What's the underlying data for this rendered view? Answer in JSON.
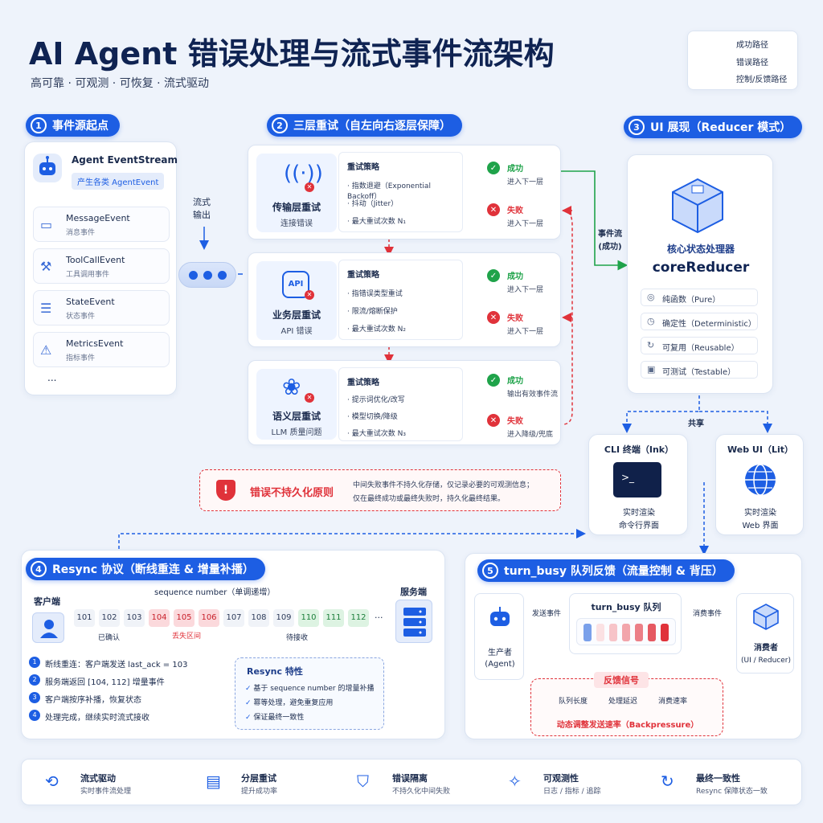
{
  "title": "AI Agent 错误处理与流式事件流架构",
  "subtitle": "高可靠 · 可观测 · 可恢复 · 流式驱动",
  "legend": [
    "成功路径",
    "错误路径",
    "控制/反馈路径"
  ],
  "colors": {
    "success": "#1fa34a",
    "error": "#e0323a",
    "control": "#1d5ee3"
  },
  "s1": {
    "num": "1",
    "title": "事件源起点",
    "source": "Agent EventStream",
    "source_desc": "产生各类 AgentEvent",
    "events": [
      {
        "name": "MessageEvent",
        "desc": "消息事件",
        "icon": "message-icon"
      },
      {
        "name": "ToolCallEvent",
        "desc": "工具调用事件",
        "icon": "tool-icon"
      },
      {
        "name": "StateEvent",
        "desc": "状态事件",
        "icon": "document-icon"
      },
      {
        "name": "MetricsEvent",
        "desc": "指标事件",
        "icon": "warning-icon"
      }
    ],
    "more": "...",
    "stream_label": "流式\n输出"
  },
  "s2": {
    "num": "2",
    "title": "三层重试（自左向右逐层保障）",
    "policy": "重试策略",
    "layers": [
      {
        "name": "传输层重试",
        "desc": "连接错误",
        "icon": "antenna-icon",
        "items": [
          "· 指数退避（Exponential Backoff）",
          "· 抖动（Jitter）",
          "· 最大重试次数 N₁"
        ],
        "ok": "成功",
        "ok_d": "进入下一层",
        "err": "失败",
        "err_d": "进入下一层"
      },
      {
        "name": "业务层重试",
        "desc": "API 错误",
        "icon": "api-icon",
        "items": [
          "· 指错误类型重试",
          "· 限流/熔断保护",
          "· 最大重试次数 N₂"
        ],
        "ok": "成功",
        "ok_d": "进入下一层",
        "err": "失败",
        "err_d": "进入下一层"
      },
      {
        "name": "语义层重试",
        "desc": "LLM 质量问题",
        "icon": "brain-icon",
        "items": [
          "· 提示词优化/改写",
          "· 模型切换/降级",
          "· 最大重试次数 N₃"
        ],
        "ok": "成功",
        "ok_d": "输出有效事件流",
        "err": "失败",
        "err_d": "进入降级/兜底"
      }
    ],
    "principle_title": "错误不持久化原则",
    "principle_lines": [
      "中间失败事件不持久化存储，仅记录必要的可观测信息；",
      "仅在最终成功或最终失败时，持久化最终结果。"
    ]
  },
  "event_flow": "事件流\n(成功)",
  "s3": {
    "num": "3",
    "title": "UI 展现（Reducer 模式）",
    "core_cn": "核心状态处理器",
    "core": "coreReducer",
    "props": [
      "纯函数（Pure）",
      "确定性（Deterministic）",
      "可复用（Reusable）",
      "可测试（Testable）"
    ],
    "shared": "共享",
    "cli": {
      "title": "CLI 终端（Ink）",
      "d1": "实时渲染",
      "d2": "命令行界面"
    },
    "web": {
      "title": "Web UI（Lit）",
      "d1": "实时渲染",
      "d2": "Web 界面"
    }
  },
  "s4": {
    "num": "4",
    "title": "Resync 协议（断线重连 & 增量补播）",
    "client": "客户端",
    "server": "服务端",
    "seq_label": "sequence number（单调递增）",
    "seqs": [
      "101",
      "102",
      "103",
      "104",
      "105",
      "106",
      "107",
      "108",
      "109",
      "110",
      "111",
      "112"
    ],
    "seq_more": "···",
    "confirmed": "已确认",
    "lost": "丢失区间",
    "pending": "待接收",
    "steps": [
      "断线重连：客户端发送 last_ack = 103",
      "服务端返回 [104, 112] 增量事件",
      "客户端按序补播，恢复状态",
      "处理完成，继续实时流式接收"
    ],
    "feat_title": "Resync 特性",
    "feats": [
      "基于 sequence number 的增量补播",
      "幂等处理，避免重复应用",
      "保证最终一致性"
    ]
  },
  "s5": {
    "num": "5",
    "title": "turn_busy 队列反馈（流量控制 & 背压）",
    "producer": "生产者",
    "producer_d": "(Agent)",
    "send": "发送事件",
    "queue": "turn_busy 队列",
    "consume": "消费事件",
    "consumer": "消费者",
    "consumer_d": "(UI / Reducer)",
    "fb_title": "反馈信号",
    "fb_items": [
      "队列长度",
      "处理延迟",
      "消费速率"
    ],
    "fb_bottom": "动态调整发送速率（Backpressure）"
  },
  "footer": [
    {
      "name": "流式驱动",
      "desc": "实时事件流处理",
      "icon": "stream-icon"
    },
    {
      "name": "分层重试",
      "desc": "提升成功率",
      "icon": "chart-icon"
    },
    {
      "name": "错误隔离",
      "desc": "不持久化中间失败",
      "icon": "shield-icon"
    },
    {
      "name": "可观测性",
      "desc": "日志 / 指标 / 追踪",
      "icon": "network-icon"
    },
    {
      "name": "最终一致性",
      "desc": "Resync 保障状态一致",
      "icon": "sync-icon"
    }
  ]
}
